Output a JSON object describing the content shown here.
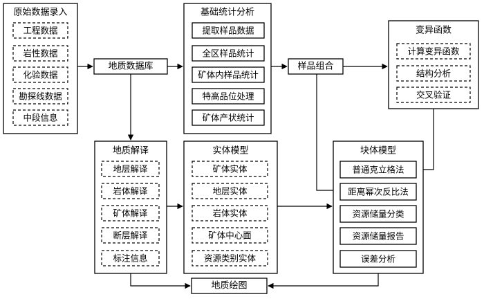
{
  "raw_input": {
    "title": "原始数据录入",
    "items": [
      "工程数据",
      "岩性数据",
      "化验数据",
      "勘探线数据",
      "中段信息"
    ]
  },
  "geo_db": {
    "label": "地质数据库"
  },
  "basic_stats": {
    "title": "基础统计分析",
    "items": [
      "提取样品数据",
      "全区样品统计",
      "矿体内样品统计",
      "特高品位处理",
      "矿体产状统计"
    ]
  },
  "sample_combo": {
    "label": "样品组合"
  },
  "variogram": {
    "title": "变异函数",
    "items": [
      "计算变异函数",
      "结构分析",
      "交叉验证"
    ]
  },
  "geo_interp": {
    "title": "地质解译",
    "items": [
      "地层解译",
      "岩体解译",
      "矿体解译",
      "断层解译",
      "标注信息"
    ]
  },
  "solid_model": {
    "title": "实体模型",
    "items": [
      "矿体实体",
      "地层实体",
      "岩体实体",
      "矿体中心面",
      "资源类别实体"
    ]
  },
  "block_model": {
    "title": "块体模型",
    "items": [
      "普通克立格法",
      "距离幂次反比法",
      "资源储量分类",
      "资源储量报告",
      "误差分析"
    ]
  },
  "geo_map": {
    "label": "地质绘图"
  }
}
